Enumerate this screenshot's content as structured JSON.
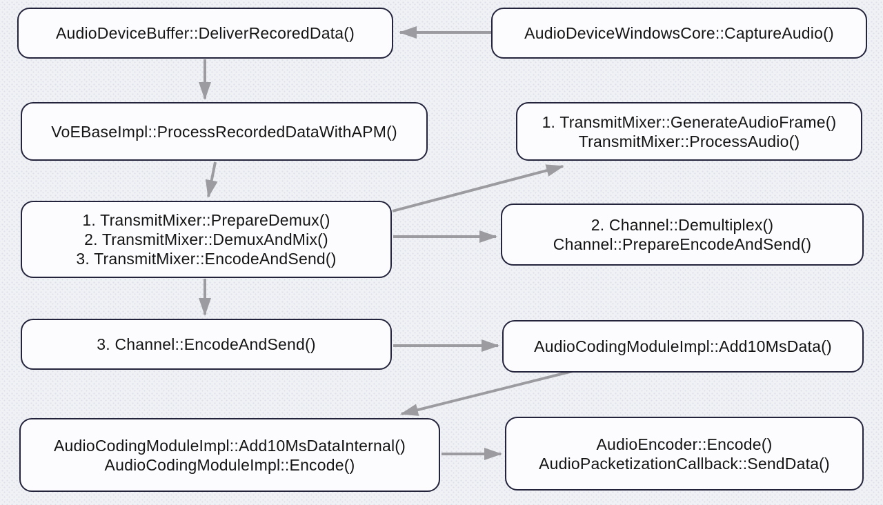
{
  "diagram_type": "flowchart-call-graph",
  "colors": {
    "background": "#eff1f5",
    "grid-dot": "#dde0e9",
    "node-fill": "#fcfcfe",
    "node-border": "#23233c",
    "arrow": "#9c9ca0"
  },
  "nodes": [
    {
      "id": "deliver",
      "lines": [
        "AudioDeviceBuffer::DeliverRecoredData()"
      ]
    },
    {
      "id": "capture",
      "lines": [
        "AudioDeviceWindowsCore::CaptureAudio()"
      ]
    },
    {
      "id": "process-apm",
      "lines": [
        "VoEBaseImpl::ProcessRecordedDataWithAPM()"
      ]
    },
    {
      "id": "generate-frame",
      "lines": [
        "1. TransmitMixer::GenerateAudioFrame()",
        "TransmitMixer::ProcessAudio()"
      ]
    },
    {
      "id": "prepare-demux",
      "lines": [
        "1. TransmitMixer::PrepareDemux()",
        "2. TransmitMixer::DemuxAndMix()",
        "3. TransmitMixer::EncodeAndSend()"
      ]
    },
    {
      "id": "demultiplex",
      "lines": [
        "2. Channel::Demultiplex()",
        "Channel::PrepareEncodeAndSend()"
      ]
    },
    {
      "id": "encode-and-send",
      "lines": [
        "3. Channel::EncodeAndSend()"
      ]
    },
    {
      "id": "add10ms",
      "lines": [
        "AudioCodingModuleImpl::Add10MsData()"
      ]
    },
    {
      "id": "add10ms-internal",
      "lines": [
        "AudioCodingModuleImpl::Add10MsDataInternal()",
        "AudioCodingModuleImpl::Encode()"
      ]
    },
    {
      "id": "encoder",
      "lines": [
        "AudioEncoder::Encode()",
        "AudioPacketizationCallback::SendData()"
      ]
    }
  ],
  "edges": [
    {
      "from": "capture",
      "to": "deliver"
    },
    {
      "from": "deliver",
      "to": "process-apm"
    },
    {
      "from": "process-apm",
      "to": "prepare-demux"
    },
    {
      "from": "prepare-demux",
      "to": "generate-frame"
    },
    {
      "from": "prepare-demux",
      "to": "demultiplex"
    },
    {
      "from": "prepare-demux",
      "to": "encode-and-send"
    },
    {
      "from": "encode-and-send",
      "to": "add10ms"
    },
    {
      "from": "add10ms",
      "to": "add10ms-internal"
    },
    {
      "from": "add10ms-internal",
      "to": "encoder"
    }
  ]
}
